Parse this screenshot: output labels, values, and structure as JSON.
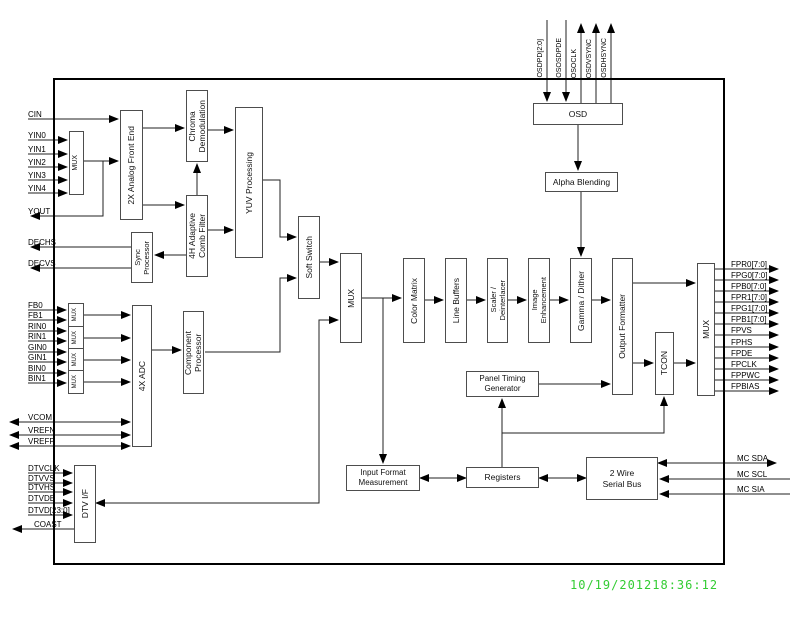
{
  "timestamp": "10/19/201218:36:12",
  "blocks": {
    "yin_mux": "MUX",
    "afe": "2X Analog Front End",
    "chroma": "Chroma\nDemodulation",
    "comb": "4H Adaptive\nComb Filter",
    "yuv": "YUV Processing",
    "sync": "Sync\nProcessor",
    "soft_switch": "Soft Switch",
    "mux_center": "MUX",
    "color_matrix": "Color Matrix",
    "line_buffers": "Line Buffers",
    "scaler": "Scaler /\nDeinterlacer",
    "image_enh": "Image\nEnhancement",
    "gamma": "Gamma / Dither",
    "output_formatter": "Output Formatter",
    "tcon": "TCON",
    "mux_out": "MUX",
    "osd": "OSD",
    "alpha": "Alpha Blending",
    "ptg": "Panel Timing\nGenerator",
    "ifm": "Input Format\nMeasurement",
    "registers": "Registers",
    "two_wire": "2 Wire\nSerial Bus",
    "adc": "4X ADC",
    "mux_fb": "MUX",
    "mux_rin": "MUX",
    "mux_gin": "MUX",
    "mux_bin": "MUX",
    "comp": "Component\nProcessor",
    "dtv": "DTV I/F"
  },
  "signals": {
    "left": [
      "CIN",
      "YIN0",
      "YIN1",
      "YIN2",
      "YIN3",
      "YIN4",
      "YOUT",
      "DECHS",
      "DECVS",
      "FB0",
      "FB1",
      "RIN0",
      "RIN1",
      "GIN0",
      "GIN1",
      "BIN0",
      "BIN1",
      "VCOM",
      "VREFN",
      "VREFP",
      "DTVCLK",
      "DTVVS",
      "DTVHS",
      "DTVDE",
      "DTVD[23:0]",
      "COAST"
    ],
    "right_fp": [
      "FPR0[7:0]",
      "FPG0[7:0]",
      "FPB0[7:0]",
      "FPR1[7:0]",
      "FPG1[7:0]",
      "FPB1[7:0]",
      "FPVS",
      "FPHS",
      "FPDE",
      "FPCLK",
      "FPPWC",
      "FPBIAS"
    ],
    "right_mc": [
      "MC SDA",
      "MC SCL",
      "MC SIA"
    ],
    "osd_top": [
      "OSDPD[2:0]",
      "OSOSDPDE",
      "OSOCLK",
      "OSDVSYNC",
      "OSDHSYNC"
    ]
  },
  "colors": {
    "timestamp_green": "#33cc33",
    "line": "#222222",
    "block_border": "#4d4d4d"
  }
}
